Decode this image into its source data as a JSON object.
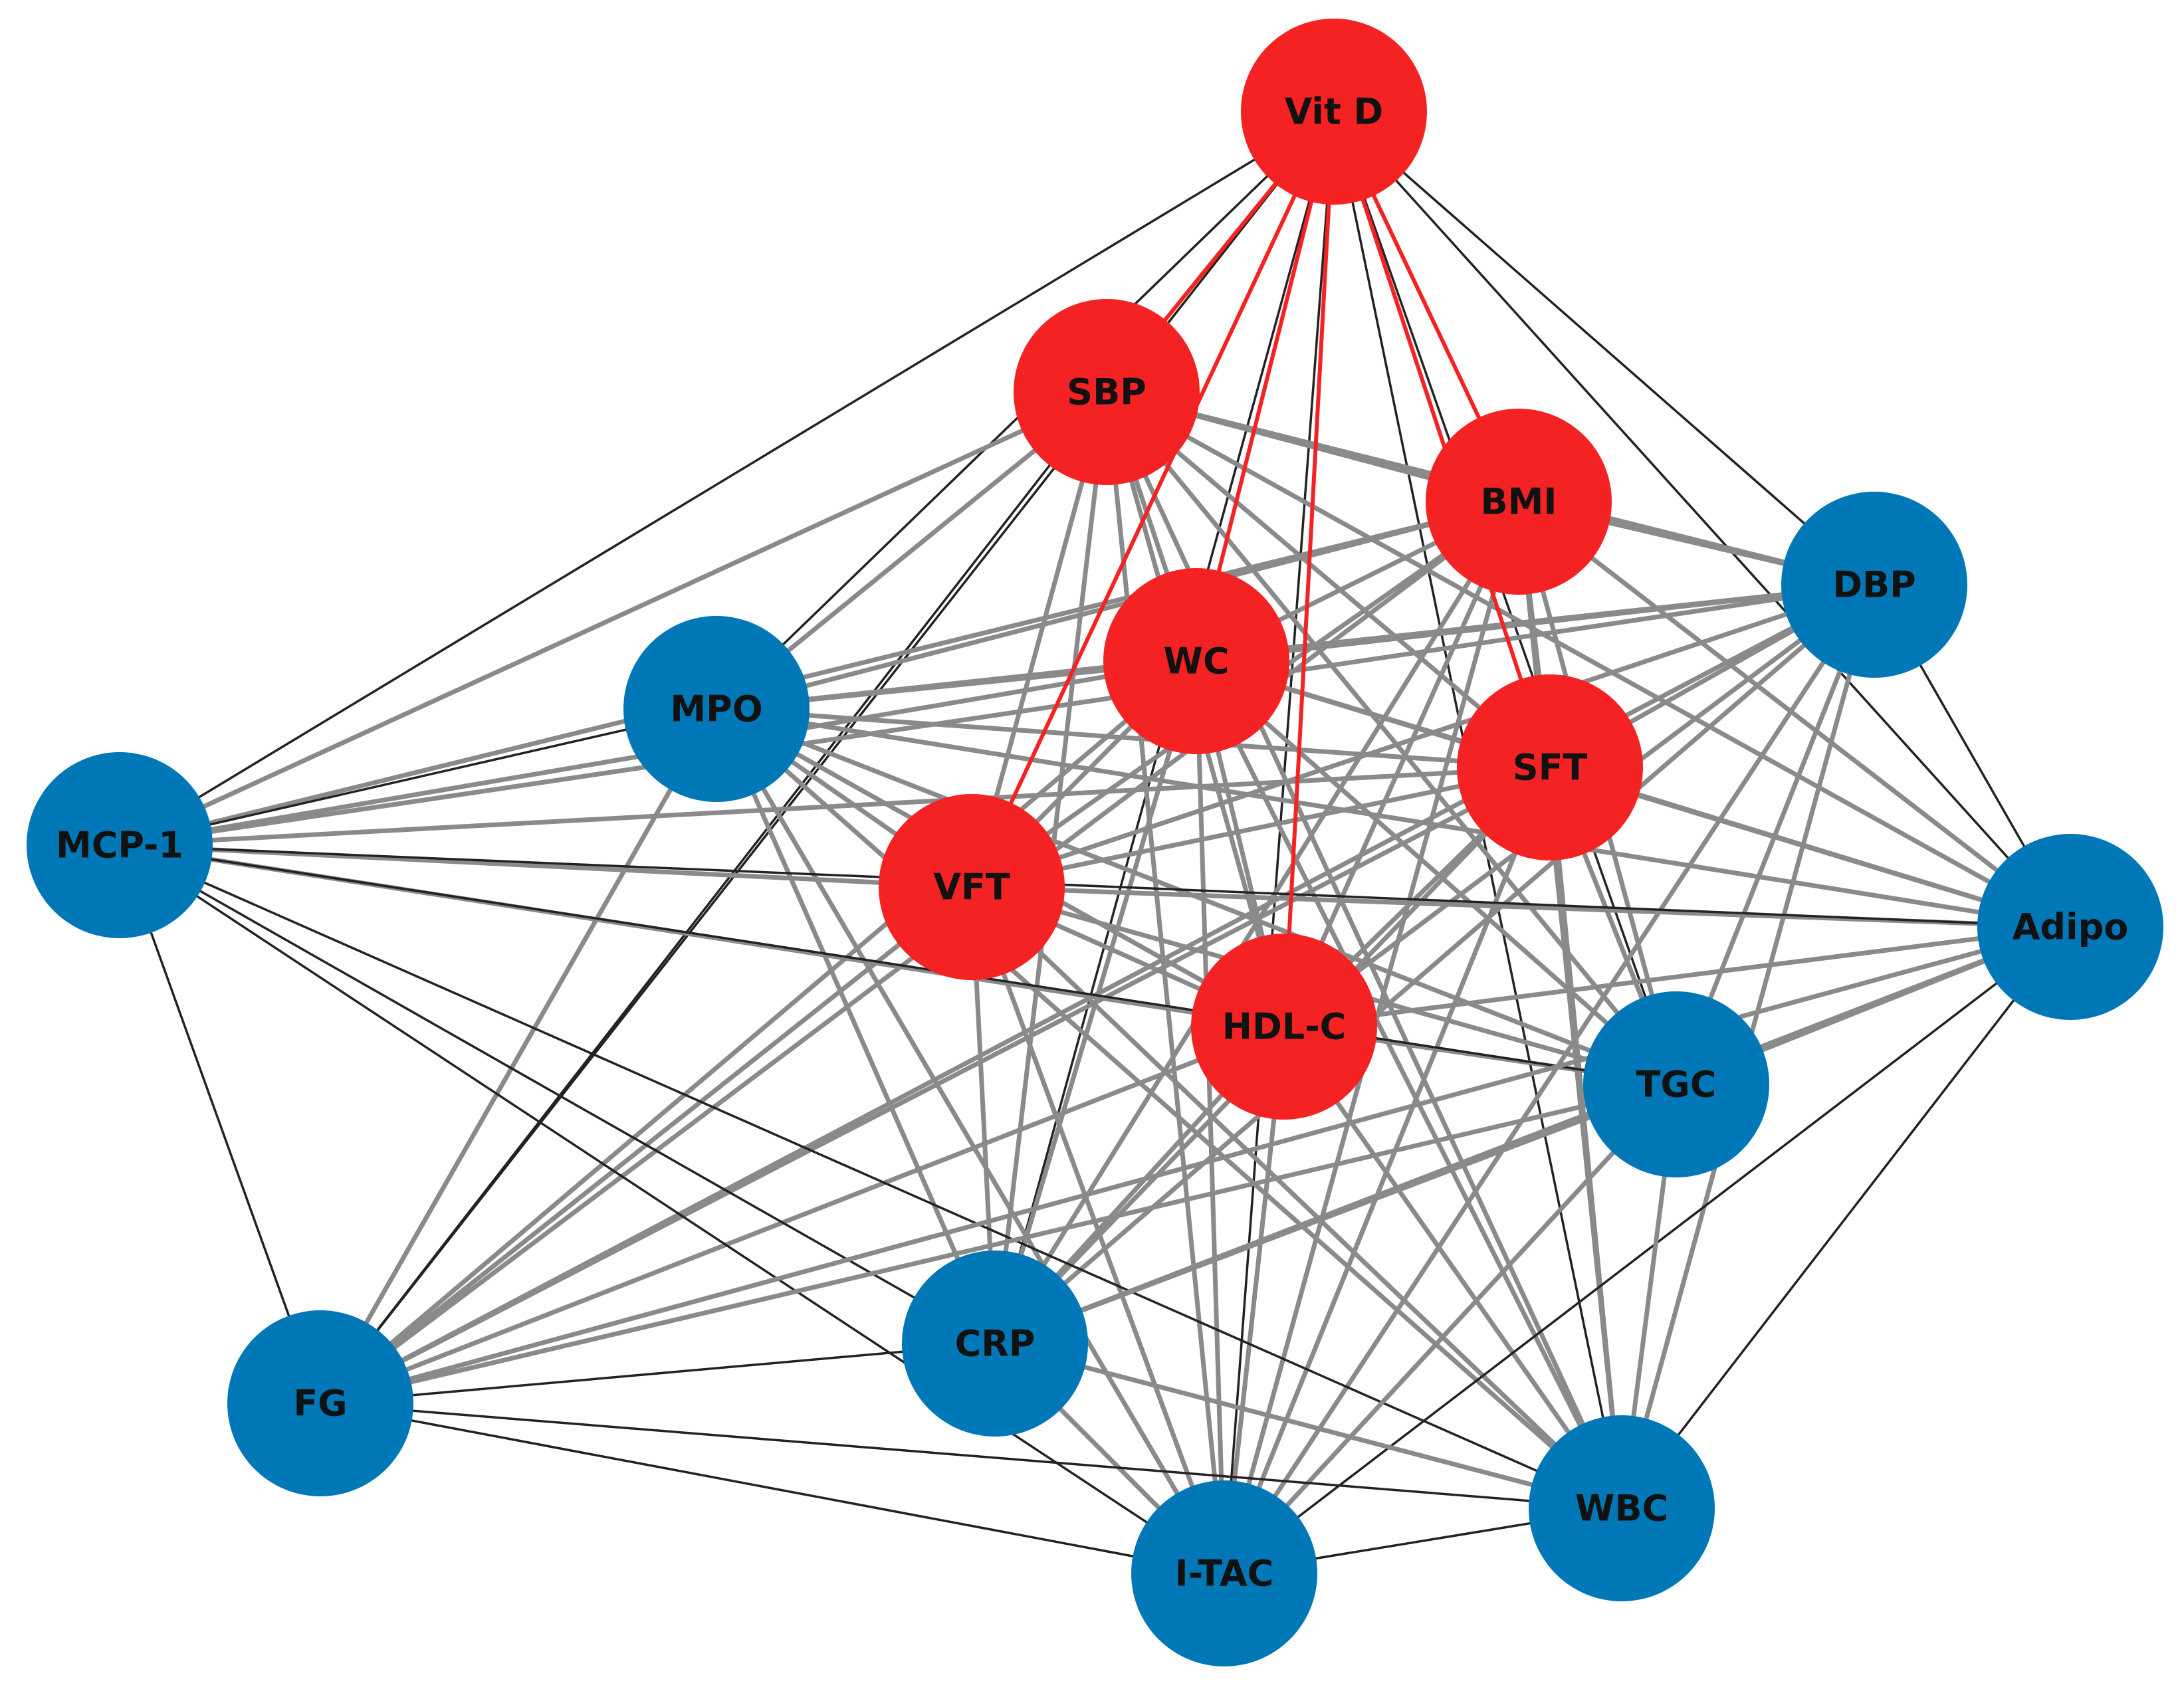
{
  "colors": {
    "highlight_node": "#f42222",
    "default_node": "#0077b6",
    "highlight_edge": "#f42222",
    "strong_edge": "#8a8a8a",
    "weak_edge": "#222222",
    "label": "#111111"
  },
  "nodes": [
    {
      "id": "vitd",
      "label": "Vit D",
      "group": "highlight"
    },
    {
      "id": "sbp",
      "label": "SBP",
      "group": "highlight"
    },
    {
      "id": "bmi",
      "label": "BMI",
      "group": "highlight"
    },
    {
      "id": "wc",
      "label": "WC",
      "group": "highlight"
    },
    {
      "id": "sft",
      "label": "SFT",
      "group": "highlight"
    },
    {
      "id": "vft",
      "label": "VFT",
      "group": "highlight"
    },
    {
      "id": "hdlc",
      "label": "HDL-C",
      "group": "highlight"
    },
    {
      "id": "dbp",
      "label": "DBP",
      "group": "default"
    },
    {
      "id": "mpo",
      "label": "MPO",
      "group": "default"
    },
    {
      "id": "mcp1",
      "label": "MCP-1",
      "group": "default"
    },
    {
      "id": "adipo",
      "label": "Adipo",
      "group": "default"
    },
    {
      "id": "tgc",
      "label": "TGC",
      "group": "default"
    },
    {
      "id": "crp",
      "label": "CRP",
      "group": "default"
    },
    {
      "id": "fg",
      "label": "FG",
      "group": "default"
    },
    {
      "id": "itac",
      "label": "I-TAC",
      "group": "default"
    },
    {
      "id": "wbc",
      "label": "WBC",
      "group": "default"
    }
  ],
  "edges": [
    [
      "vitd",
      "sbp",
      "highlight"
    ],
    [
      "vitd",
      "bmi",
      "highlight"
    ],
    [
      "vitd",
      "wc",
      "highlight"
    ],
    [
      "vitd",
      "sft",
      "highlight"
    ],
    [
      "vitd",
      "vft",
      "highlight"
    ],
    [
      "vitd",
      "hdlc",
      "highlight"
    ],
    [
      "vitd",
      "mcp1",
      "weak"
    ],
    [
      "vitd",
      "dbp",
      "weak"
    ],
    [
      "vitd",
      "adipo",
      "weak"
    ],
    [
      "vitd",
      "tgc",
      "weak"
    ],
    [
      "vitd",
      "fg",
      "weak"
    ],
    [
      "vitd",
      "crp",
      "weak"
    ],
    [
      "vitd",
      "itac",
      "weak"
    ],
    [
      "vitd",
      "wbc",
      "weak"
    ],
    [
      "vitd",
      "mpo",
      "weak"
    ],
    [
      "sbp",
      "bmi",
      "strong"
    ],
    [
      "sbp",
      "wc",
      "strong"
    ],
    [
      "sbp",
      "sft",
      "strong"
    ],
    [
      "sbp",
      "vft",
      "strong"
    ],
    [
      "sbp",
      "hdlc",
      "strong"
    ],
    [
      "sbp",
      "dbp",
      "strong"
    ],
    [
      "sbp",
      "mpo",
      "strong"
    ],
    [
      "sbp",
      "tgc",
      "strong"
    ],
    [
      "sbp",
      "crp",
      "strong"
    ],
    [
      "sbp",
      "itac",
      "strong"
    ],
    [
      "sbp",
      "wbc",
      "strong"
    ],
    [
      "sbp",
      "adipo",
      "strong"
    ],
    [
      "sbp",
      "mcp1",
      "strong"
    ],
    [
      "sbp",
      "fg",
      "weak"
    ],
    [
      "bmi",
      "wc",
      "strong"
    ],
    [
      "bmi",
      "sft",
      "strong"
    ],
    [
      "bmi",
      "vft",
      "strong"
    ],
    [
      "bmi",
      "hdlc",
      "strong"
    ],
    [
      "bmi",
      "dbp",
      "strong"
    ],
    [
      "bmi",
      "mpo",
      "strong"
    ],
    [
      "bmi",
      "tgc",
      "strong"
    ],
    [
      "bmi",
      "crp",
      "strong"
    ],
    [
      "bmi",
      "itac",
      "strong"
    ],
    [
      "bmi",
      "wbc",
      "strong"
    ],
    [
      "bmi",
      "adipo",
      "strong"
    ],
    [
      "bmi",
      "fg",
      "strong"
    ],
    [
      "bmi",
      "mcp1",
      "strong"
    ],
    [
      "wc",
      "sft",
      "strong"
    ],
    [
      "wc",
      "vft",
      "strong"
    ],
    [
      "wc",
      "hdlc",
      "strong"
    ],
    [
      "wc",
      "dbp",
      "strong"
    ],
    [
      "wc",
      "mpo",
      "strong"
    ],
    [
      "wc",
      "tgc",
      "strong"
    ],
    [
      "wc",
      "crp",
      "strong"
    ],
    [
      "wc",
      "itac",
      "strong"
    ],
    [
      "wc",
      "wbc",
      "strong"
    ],
    [
      "wc",
      "adipo",
      "strong"
    ],
    [
      "wc",
      "fg",
      "strong"
    ],
    [
      "wc",
      "mcp1",
      "strong"
    ],
    [
      "sft",
      "vft",
      "strong"
    ],
    [
      "sft",
      "hdlc",
      "strong"
    ],
    [
      "sft",
      "dbp",
      "strong"
    ],
    [
      "sft",
      "mpo",
      "strong"
    ],
    [
      "sft",
      "tgc",
      "strong"
    ],
    [
      "sft",
      "crp",
      "strong"
    ],
    [
      "sft",
      "itac",
      "strong"
    ],
    [
      "sft",
      "wbc",
      "strong"
    ],
    [
      "sft",
      "adipo",
      "strong"
    ],
    [
      "sft",
      "fg",
      "strong"
    ],
    [
      "sft",
      "mcp1",
      "strong"
    ],
    [
      "vft",
      "hdlc",
      "strong"
    ],
    [
      "vft",
      "dbp",
      "strong"
    ],
    [
      "vft",
      "mpo",
      "strong"
    ],
    [
      "vft",
      "tgc",
      "strong"
    ],
    [
      "vft",
      "crp",
      "strong"
    ],
    [
      "vft",
      "itac",
      "strong"
    ],
    [
      "vft",
      "wbc",
      "strong"
    ],
    [
      "vft",
      "adipo",
      "strong"
    ],
    [
      "vft",
      "fg",
      "strong"
    ],
    [
      "vft",
      "mcp1",
      "strong"
    ],
    [
      "hdlc",
      "dbp",
      "strong"
    ],
    [
      "hdlc",
      "mpo",
      "strong"
    ],
    [
      "hdlc",
      "tgc",
      "strong"
    ],
    [
      "hdlc",
      "crp",
      "strong"
    ],
    [
      "hdlc",
      "itac",
      "strong"
    ],
    [
      "hdlc",
      "wbc",
      "strong"
    ],
    [
      "hdlc",
      "adipo",
      "strong"
    ],
    [
      "hdlc",
      "fg",
      "strong"
    ],
    [
      "hdlc",
      "mcp1",
      "strong"
    ],
    [
      "dbp",
      "mpo",
      "strong"
    ],
    [
      "dbp",
      "tgc",
      "strong"
    ],
    [
      "dbp",
      "crp",
      "strong"
    ],
    [
      "dbp",
      "itac",
      "strong"
    ],
    [
      "dbp",
      "wbc",
      "strong"
    ],
    [
      "dbp",
      "fg",
      "strong"
    ],
    [
      "dbp",
      "mcp1",
      "strong"
    ],
    [
      "dbp",
      "adipo",
      "weak"
    ],
    [
      "mpo",
      "tgc",
      "strong"
    ],
    [
      "mpo",
      "crp",
      "strong"
    ],
    [
      "mpo",
      "itac",
      "strong"
    ],
    [
      "mpo",
      "wbc",
      "strong"
    ],
    [
      "mpo",
      "adipo",
      "strong"
    ],
    [
      "mpo",
      "fg",
      "strong"
    ],
    [
      "mpo",
      "mcp1",
      "weak"
    ],
    [
      "mcp1",
      "fg",
      "weak"
    ],
    [
      "mcp1",
      "crp",
      "weak"
    ],
    [
      "mcp1",
      "itac",
      "weak"
    ],
    [
      "mcp1",
      "wbc",
      "weak"
    ],
    [
      "mcp1",
      "tgc",
      "weak"
    ],
    [
      "mcp1",
      "adipo",
      "weak"
    ],
    [
      "adipo",
      "tgc",
      "strong"
    ],
    [
      "adipo",
      "crp",
      "strong"
    ],
    [
      "adipo",
      "fg",
      "strong"
    ],
    [
      "adipo",
      "itac",
      "weak"
    ],
    [
      "adipo",
      "wbc",
      "weak"
    ],
    [
      "tgc",
      "crp",
      "strong"
    ],
    [
      "tgc",
      "fg",
      "strong"
    ],
    [
      "tgc",
      "itac",
      "strong"
    ],
    [
      "tgc",
      "wbc",
      "strong"
    ],
    [
      "crp",
      "fg",
      "weak"
    ],
    [
      "crp",
      "itac",
      "strong"
    ],
    [
      "crp",
      "wbc",
      "strong"
    ],
    [
      "fg",
      "itac",
      "weak"
    ],
    [
      "fg",
      "wbc",
      "weak"
    ],
    [
      "itac",
      "wbc",
      "weak"
    ]
  ]
}
